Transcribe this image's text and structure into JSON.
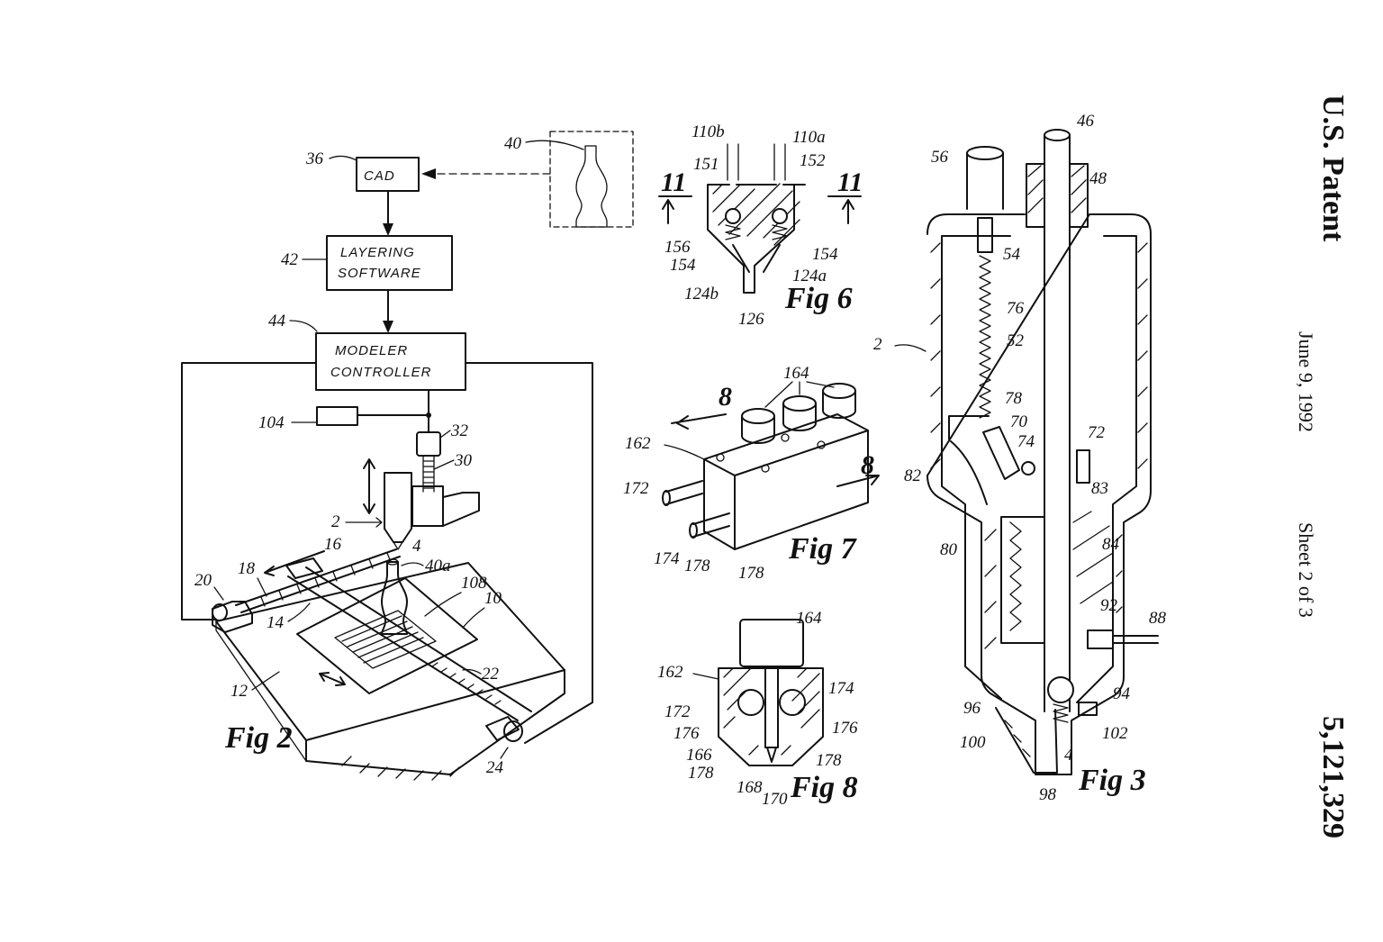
{
  "header": {
    "patent": "U.S. Patent",
    "date": "June 9, 1992",
    "sheet": "Sheet 2 of 3",
    "number": "5,121,329"
  },
  "fig2": {
    "title": "Fig 2",
    "boxes": {
      "cad": "CAD",
      "layering_1": "LAYERING",
      "layering_2": "SOFTWARE",
      "controller_1": "MODELER",
      "controller_2": "CONTROLLER"
    },
    "refs": {
      "r36": "36",
      "r40": "40",
      "r42": "42",
      "r44": "44",
      "r104": "104",
      "r32": "32",
      "r30": "30",
      "r2": "2",
      "r4": "4",
      "r16": "16",
      "r18": "18",
      "r20": "20",
      "r14": "14",
      "r40a": "40a",
      "r108": "108",
      "r10": "10",
      "r12": "12",
      "r22": "22",
      "r24": "24"
    }
  },
  "fig6": {
    "title": "Fig 6",
    "section_left": "11",
    "section_right": "11",
    "refs": {
      "r110b": "110b",
      "r110a": "110a",
      "r151": "151",
      "r152": "152",
      "r156": "156",
      "r154a": "154",
      "r154b": "154",
      "r124b": "124b",
      "r124a": "124a",
      "r126": "126"
    }
  },
  "fig7": {
    "title": "Fig 7",
    "section_top": "8",
    "section_right": "8",
    "refs": {
      "r164": "164",
      "r162": "162",
      "r172": "172",
      "r174": "174",
      "r178a": "178",
      "r178b": "178"
    }
  },
  "fig8": {
    "title": "Fig 8",
    "refs": {
      "r164": "164",
      "r162": "162",
      "r174": "174",
      "r172": "172",
      "r176a": "176",
      "r176b": "176",
      "r166": "166",
      "r178a": "178",
      "r178b": "178",
      "r168": "168",
      "r170": "170"
    }
  },
  "fig3": {
    "title": "Fig 3",
    "refs": {
      "r46": "46",
      "r56": "56",
      "r48": "48",
      "r54": "54",
      "r76": "76",
      "r52": "52",
      "r2": "2",
      "r78": "78",
      "r70": "70",
      "r74": "74",
      "r72": "72",
      "r82": "82",
      "r83": "83",
      "r80": "80",
      "r84": "84",
      "r92": "92",
      "r88": "88",
      "r96": "96",
      "r94": "94",
      "r100": "100",
      "r102": "102",
      "r4": "4",
      "r98": "98"
    }
  }
}
